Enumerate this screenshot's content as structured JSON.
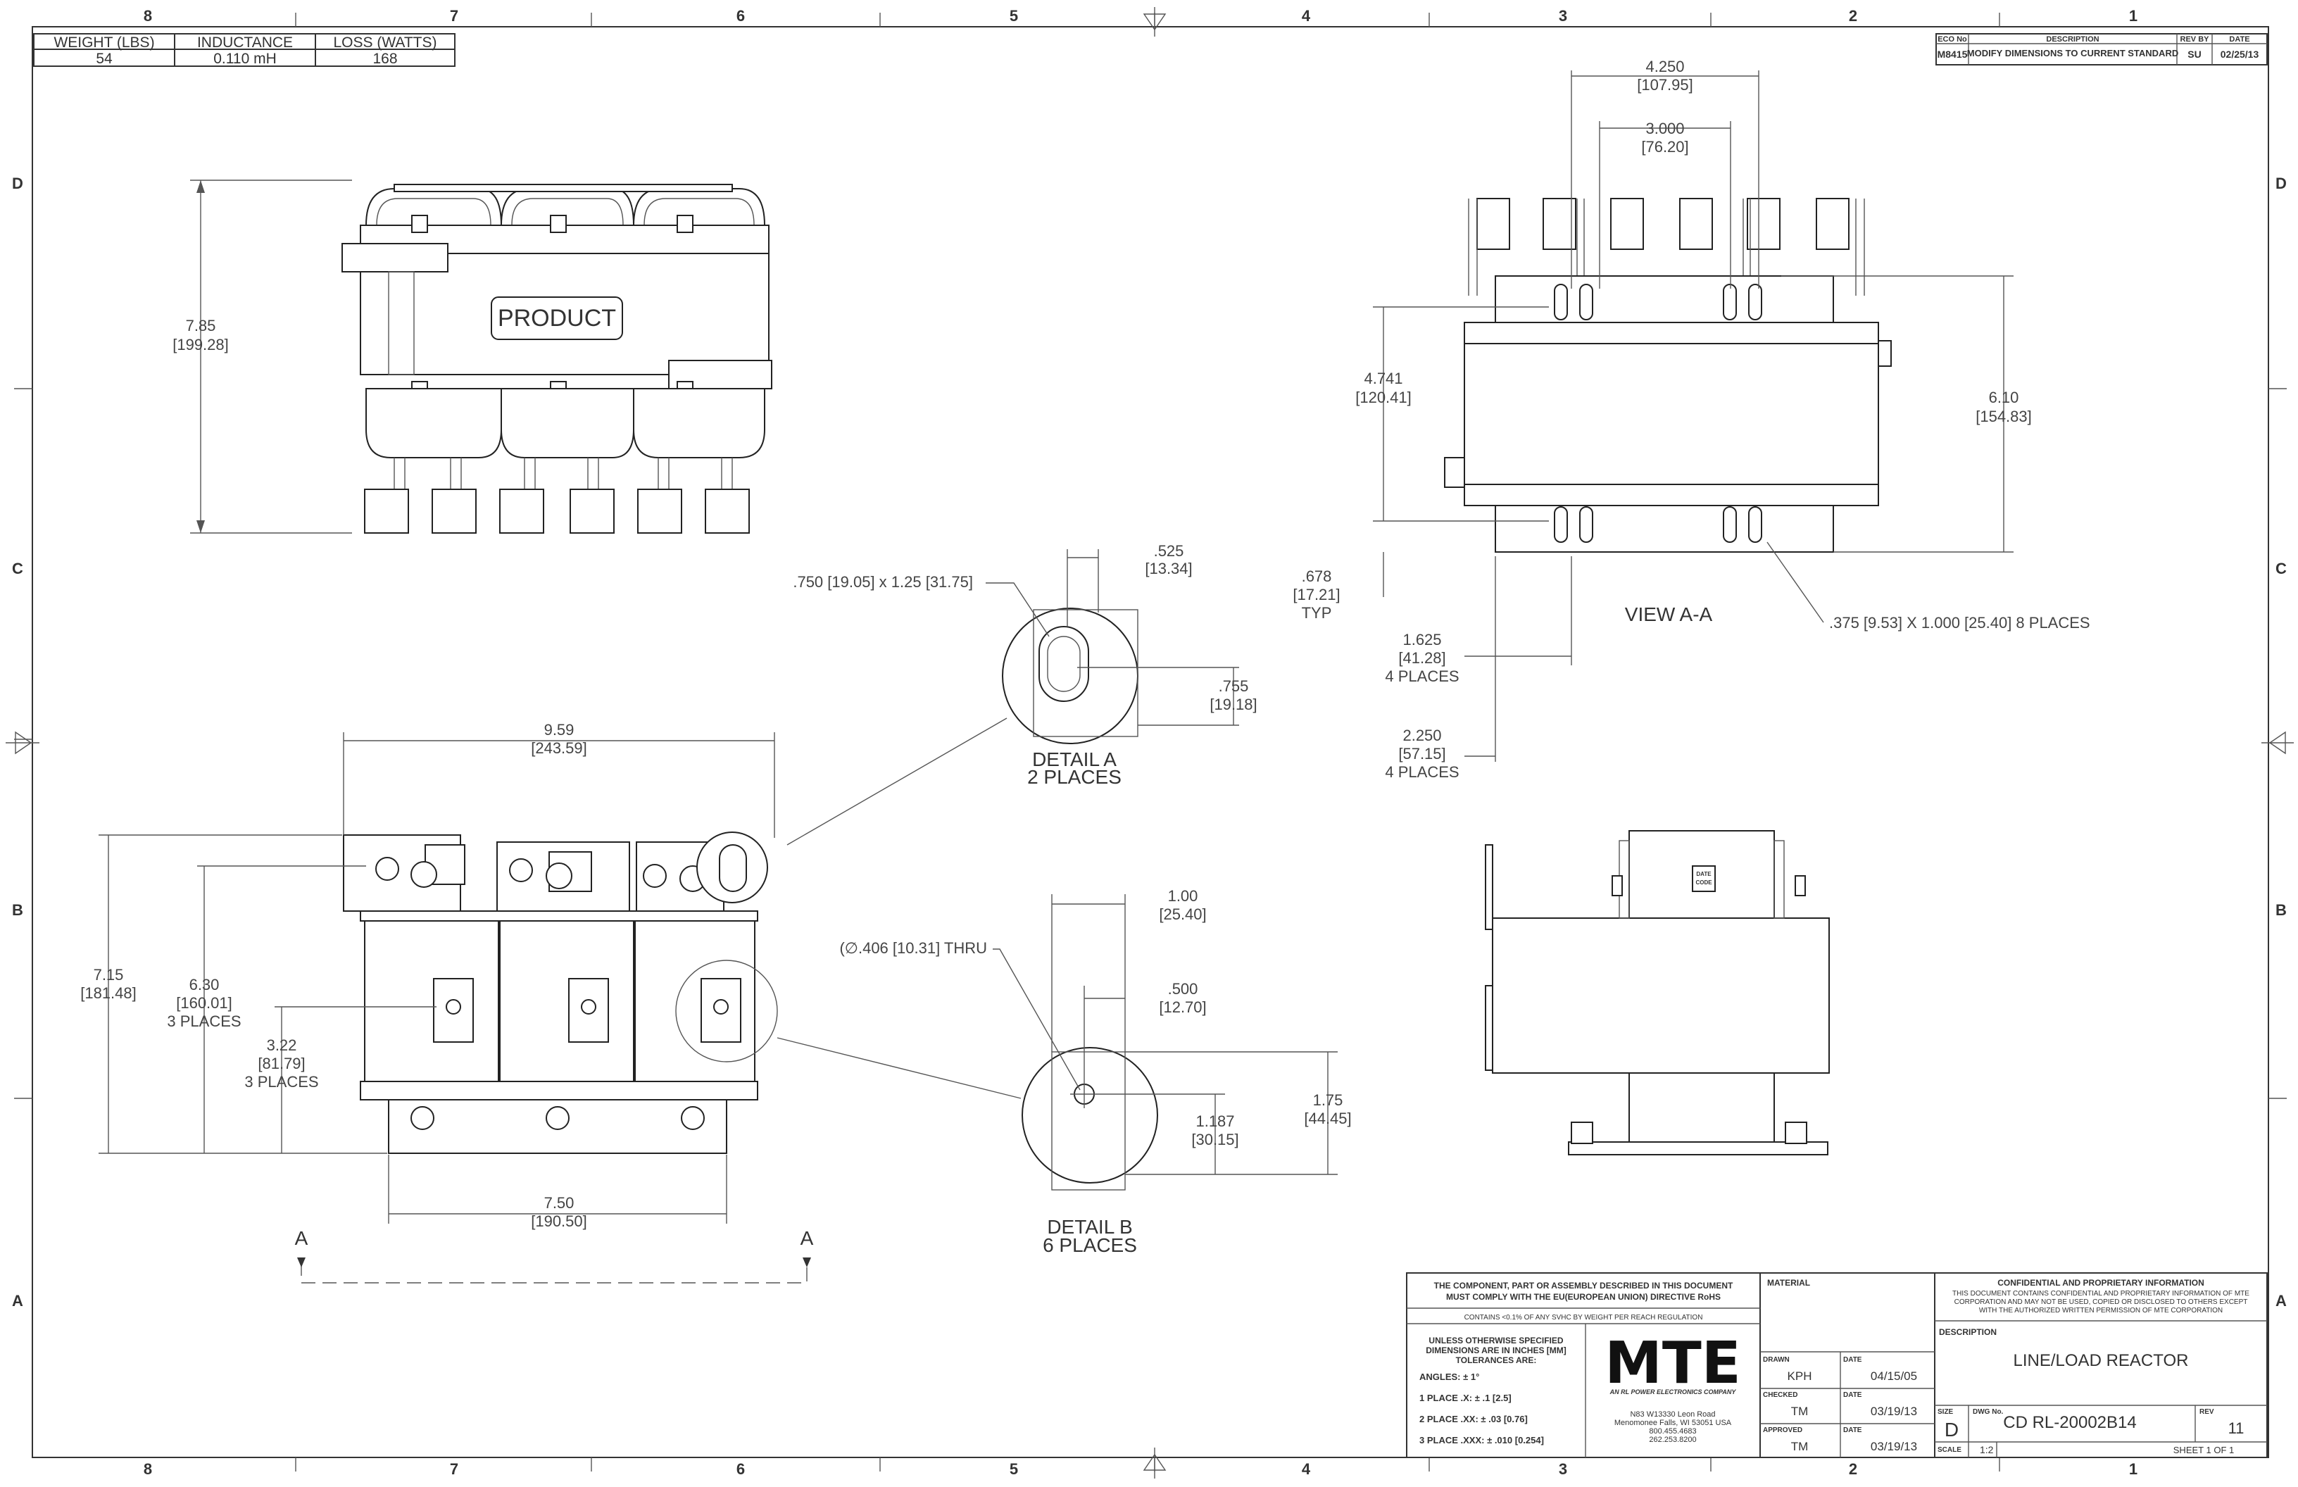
{
  "border": {
    "cols_top": [
      "8",
      "7",
      "6",
      "5",
      "4",
      "3",
      "2",
      "1"
    ],
    "cols_bottom": [
      "8",
      "7",
      "6",
      "5",
      "4",
      "3",
      "2",
      "1"
    ],
    "rows": [
      "D",
      "C",
      "B",
      "A"
    ]
  },
  "spec_table": {
    "headers": [
      "WEIGHT (LBS)",
      "INDUCTANCE",
      "LOSS (WATTS)"
    ],
    "values": [
      "54",
      "0.110 mH",
      "168"
    ]
  },
  "revision": {
    "headers": [
      "ECO No",
      "DESCRIPTION",
      "REV BY",
      "DATE"
    ],
    "eco": "M8415",
    "description": "MODIFY DIMENSIONS TO CURRENT STANDARD",
    "rev_by": "SU",
    "date": "02/25/13"
  },
  "front_view": {
    "label_badge": "PRODUCT",
    "dim_height_in": "7.85",
    "dim_height_mm": "[199.28]"
  },
  "view_aa": {
    "title": "VIEW A-A",
    "dim_w1_in": "4.250",
    "dim_w1_mm": "[107.95]",
    "dim_w2_in": "3.000",
    "dim_w2_mm": "[76.20]",
    "dim_h1_in": "4.741",
    "dim_h1_mm": "[120.41]",
    "dim_h2_in": "6.10",
    "dim_h2_mm": "[154.83]",
    "dim_typ_in": ".678",
    "dim_typ_mm": "[17.21]",
    "dim_typ_note": "TYP",
    "dim_slot_note": ".375 [9.53] X 1.000 [25.40] 8 PLACES",
    "dim_a_in": "1.625",
    "dim_a_mm": "[41.28]",
    "dim_a_note": "4 PLACES",
    "dim_b_in": "2.250",
    "dim_b_mm": "[57.15]",
    "dim_b_note": "4 PLACES"
  },
  "detail_a": {
    "title": "DETAIL A",
    "places": "2 PLACES",
    "slot_note": ".750 [19.05] x 1.25 [31.75]",
    "d1_in": ".525",
    "d1_mm": "[13.34]",
    "d2_in": ".755",
    "d2_mm": "[19.18]"
  },
  "detail_b": {
    "title": "DETAIL B",
    "places": "6 PLACES",
    "hole_note": "(∅.406 [10.31] THRU",
    "d1_in": "1.00",
    "d1_mm": "[25.40]",
    "d2_in": ".500",
    "d2_mm": "[12.70]",
    "d3_in": "1.187",
    "d3_mm": "[30.15]",
    "d4_in": "1.75",
    "d4_mm": "[44.45]"
  },
  "bottom_view": {
    "width_in": "9.59",
    "width_mm": "[243.59]",
    "h1_in": "7.15",
    "h1_mm": "[181.48]",
    "h2_in": "6.30",
    "h2_mm": "[160.01]",
    "h2_note": "3 PLACES",
    "h3_in": "3.22",
    "h3_mm": "[81.79]",
    "h3_note": "3 PLACES",
    "base_in": "7.50",
    "base_mm": "[190.50]",
    "section_marker": "A"
  },
  "side_view": {
    "date_code_1": "DATE",
    "date_code_2": "CODE"
  },
  "title_block": {
    "compliance_1": "THE COMPONENT, PART OR ASSEMBLY DESCRIBED IN THIS DOCUMENT",
    "compliance_2": "MUST COMPLY WITH THE EU(EUROPEAN UNION) DIRECTIVE RoHS",
    "reach": "CONTAINS <0.1% OF ANY SVHC BY WEIGHT PER REACH REGULATION",
    "tol_1": "UNLESS OTHERWISE SPECIFIED",
    "tol_2": "DIMENSIONS ARE IN INCHES [MM]",
    "tol_3": "TOLERANCES ARE:",
    "angles": "ANGLES: ± 1°",
    "place1": "1 PLACE .X: ± .1 [2.5]",
    "place2": "2 PLACE .XX: ± .03 [0.76]",
    "place3": "3 PLACE .XXX: ± .010 [0.254]",
    "logo": "MTE",
    "logo_sub": "AN RL POWER ELECTRONICS COMPANY",
    "addr_1": "N83 W13330 Leon Road",
    "addr_2": "Menomonee Falls, WI 53051 USA",
    "addr_3": "800.455.4683",
    "addr_4": "262.253.8200",
    "material_label": "MATERIAL",
    "drawn_label": "DRAWN",
    "drawn": "KPH",
    "checked_label": "CHECKED",
    "checked": "TM",
    "approved_label": "APPROVED",
    "approved": "TM",
    "date_label": "DATE",
    "drawn_date": "04/15/05",
    "checked_date": "03/19/13",
    "approved_date": "03/19/13",
    "conf_title": "CONFIDENTIAL AND PROPRIETARY INFORMATION",
    "conf_1": "THIS DOCUMENT CONTAINS CONFIDENTIAL AND PROPRIETARY INFORMATION OF MTE",
    "conf_2": "CORPORATION AND MAY NOT BE USED, COPIED OR DISCLOSED TO OTHERS EXCEPT",
    "conf_3": "WITH THE AUTHORIZED WRITTEN PERMISSION OF MTE CORPORATION",
    "description_label": "DESCRIPTION",
    "description": "LINE/LOAD REACTOR",
    "size_label": "SIZE",
    "size": "D",
    "dwg_label": "DWG No.",
    "dwg": "CD RL-20002B14",
    "rev_label": "REV",
    "rev": "11",
    "scale_label": "SCALE",
    "scale": "1:2",
    "sheet": "SHEET 1  OF 1"
  }
}
